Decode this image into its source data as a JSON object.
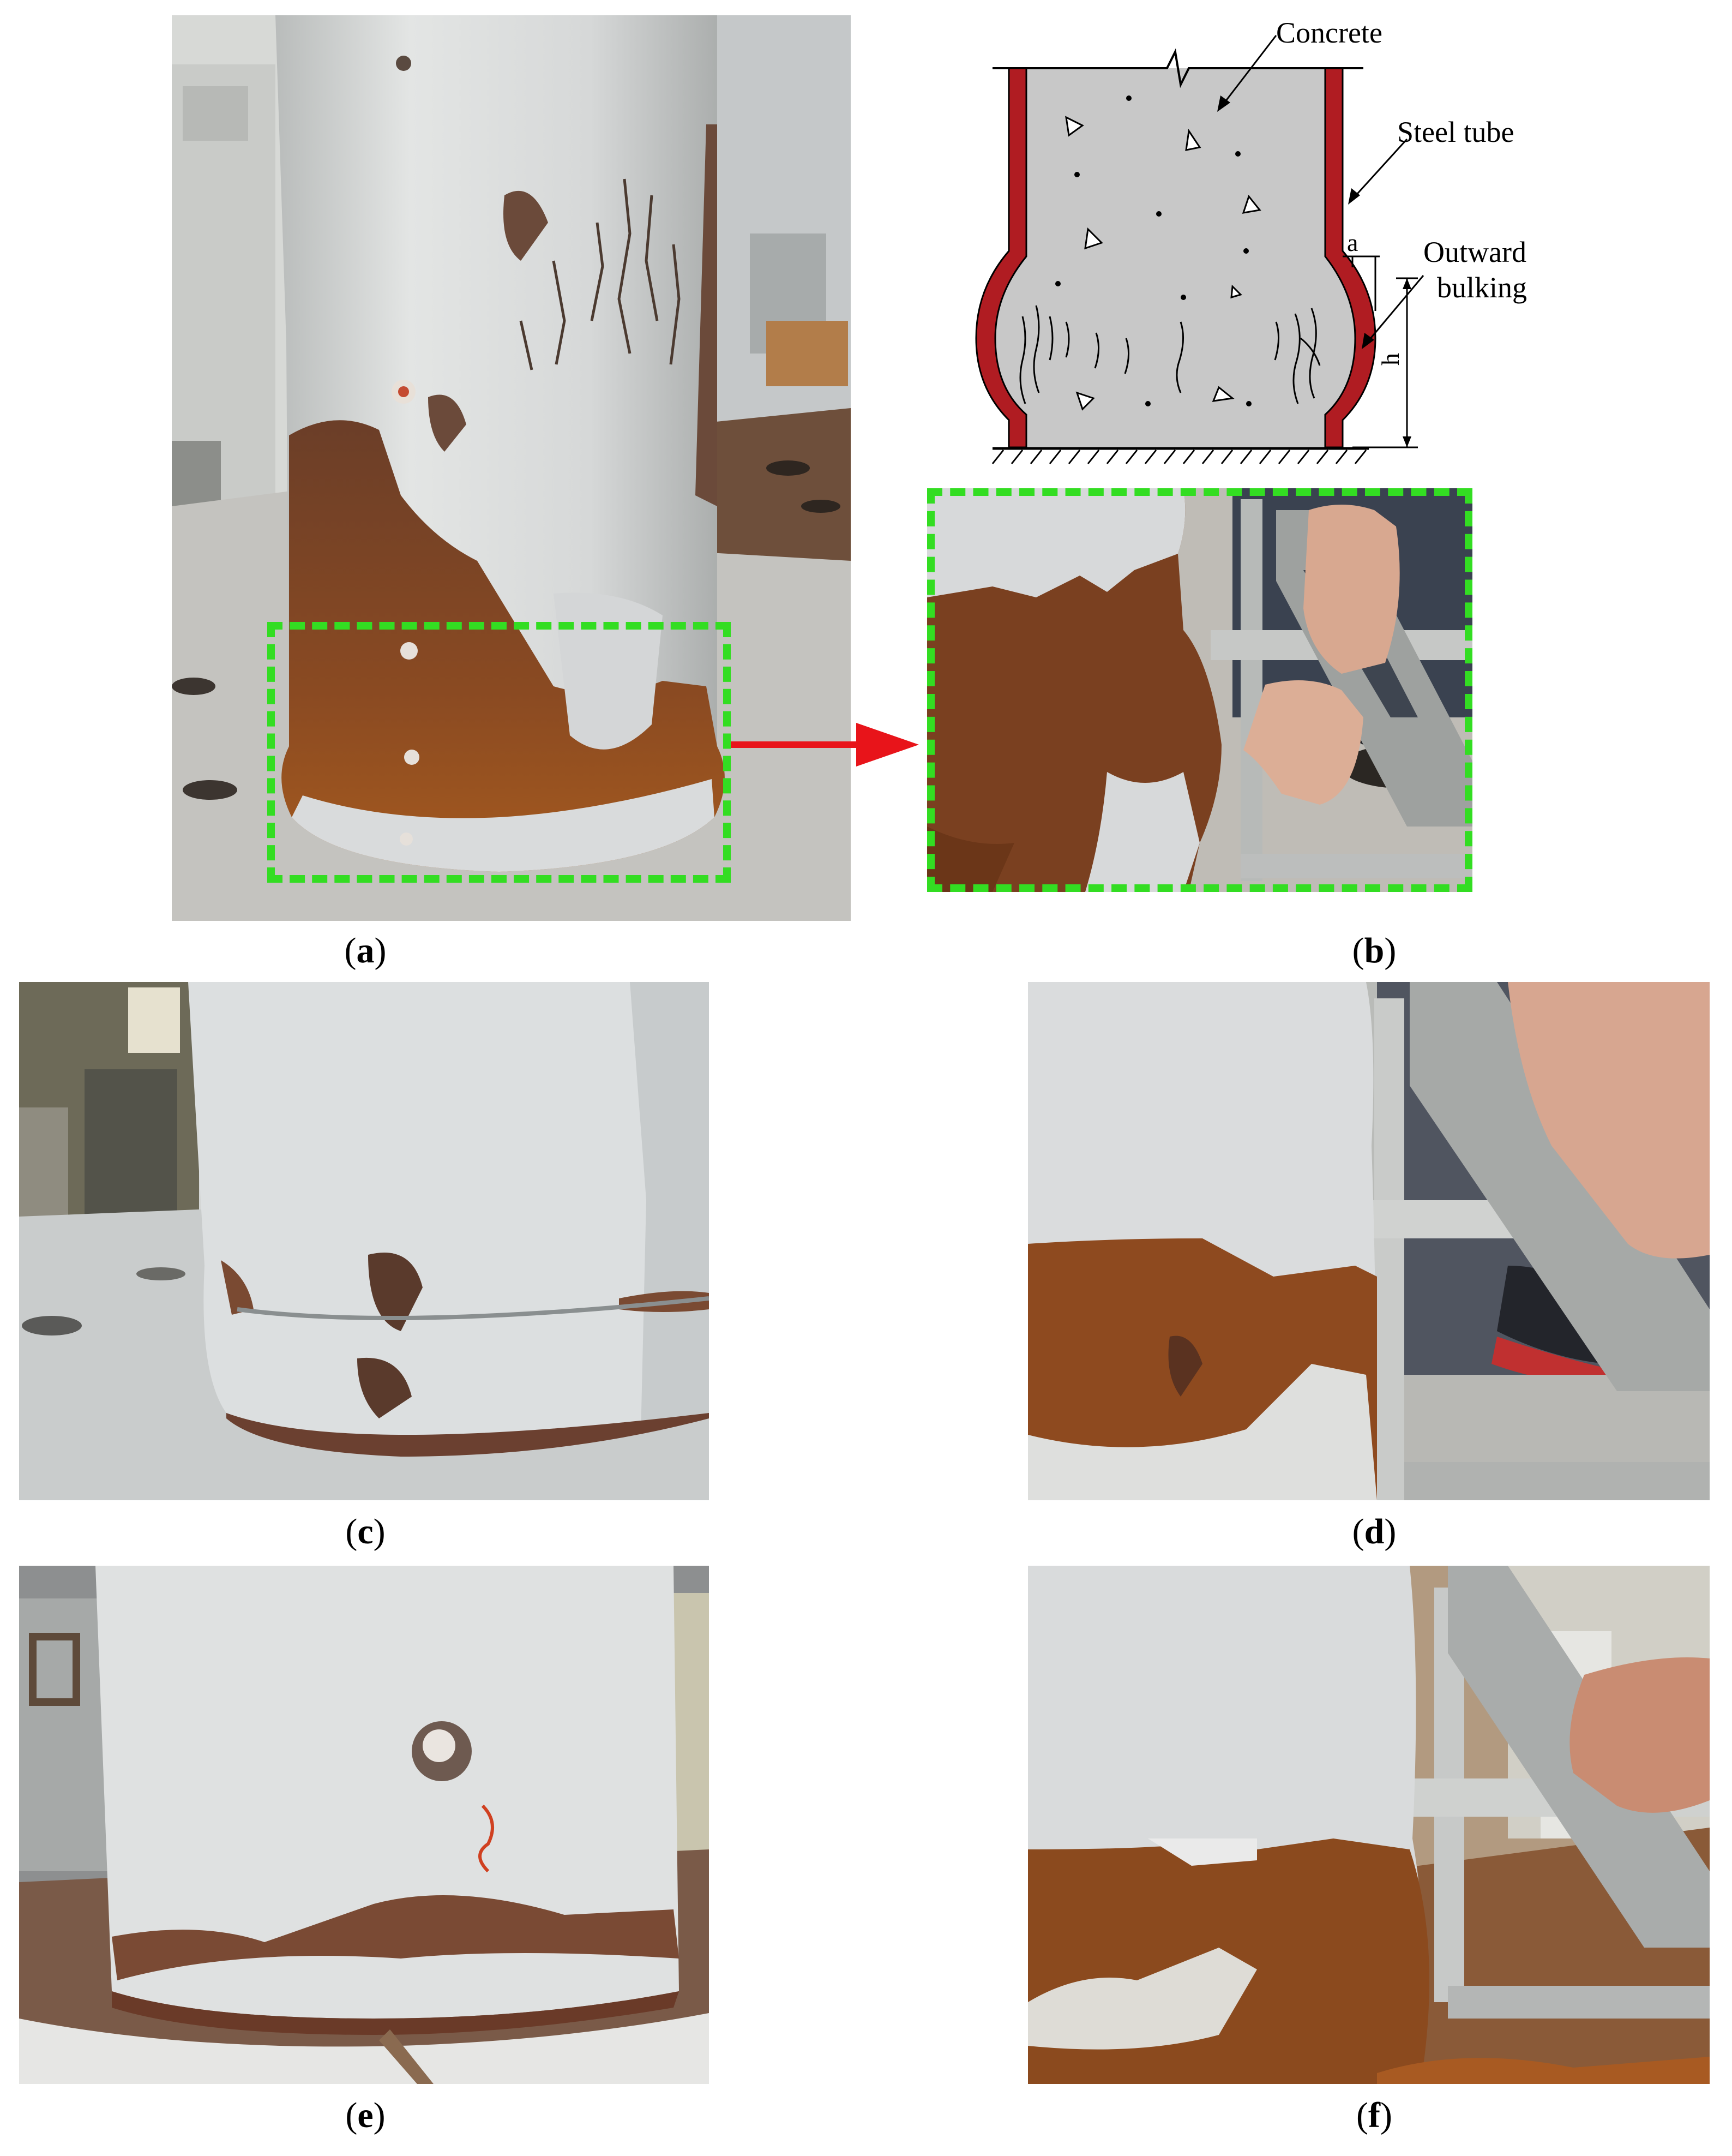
{
  "panels": [
    {
      "id": "a",
      "label": "a"
    },
    {
      "id": "b",
      "label": "b"
    },
    {
      "id": "c",
      "label": "c"
    },
    {
      "id": "d",
      "label": "d"
    },
    {
      "id": "e",
      "label": "e"
    },
    {
      "id": "f",
      "label": "f"
    }
  ],
  "diagram": {
    "concrete_label": "Concrete",
    "steel_tube_label": "Steel tube",
    "outward_label_line1": "Outward",
    "outward_label_line2": "bulking",
    "a_label": "a",
    "h_label": "h"
  },
  "colors": {
    "highlight_box": "#33dd22",
    "arrow": "#e8141a",
    "steel_tube": "#b01c22",
    "concrete": "#c8c8c8",
    "paint": "#d9dcdc",
    "rust": "#8a4e22"
  }
}
